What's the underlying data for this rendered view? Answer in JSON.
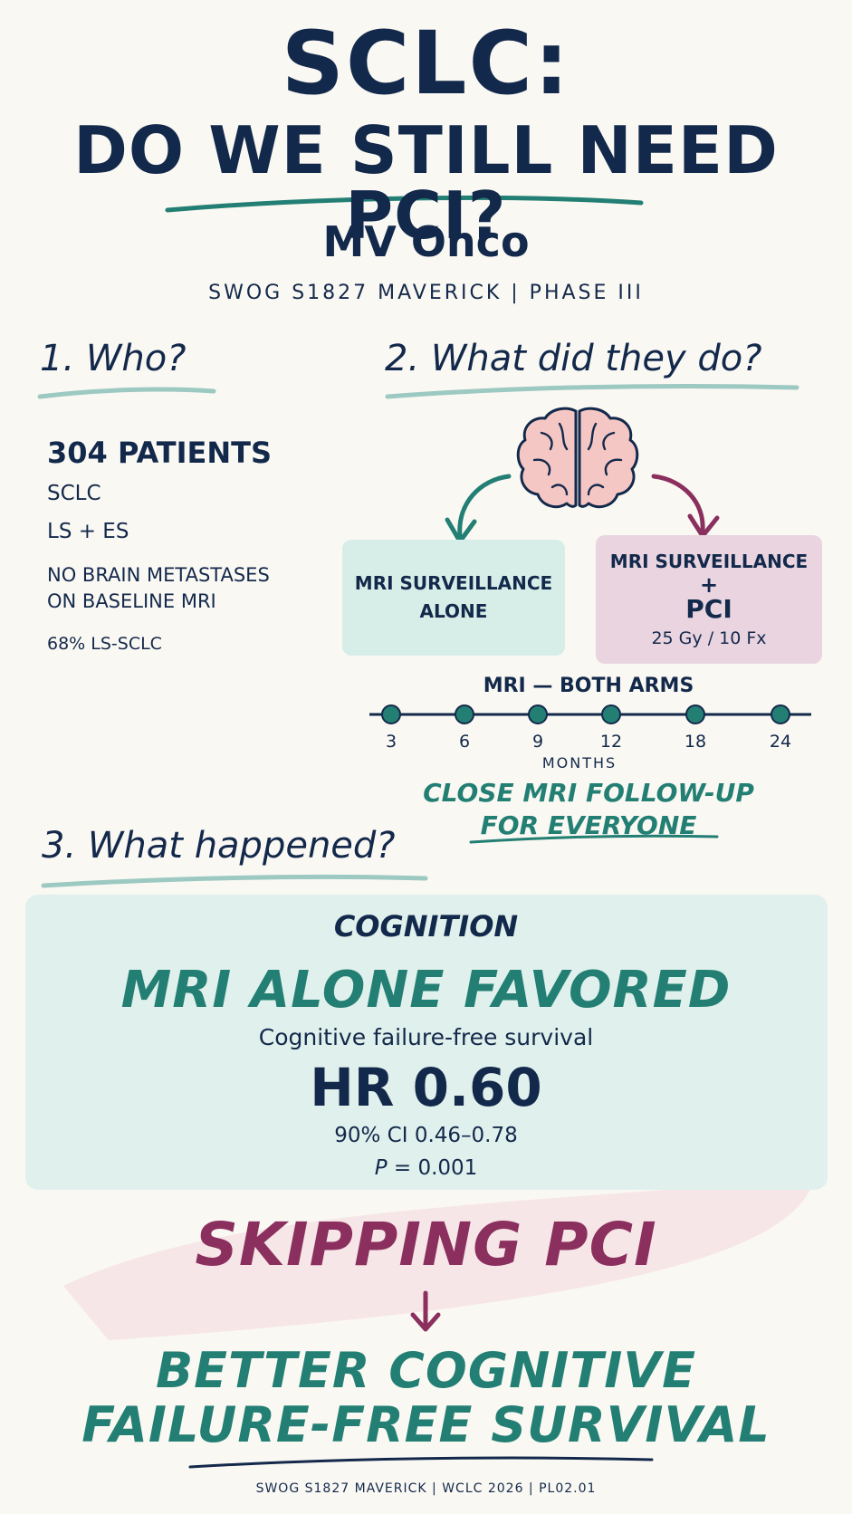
{
  "header": {
    "title_line1": "SCLC:",
    "title_line2": "DO WE STILL NEED PCI?",
    "brand": "MV Onco",
    "subtitle": "SWOG S1827 MAVERICK | PHASE III"
  },
  "who": {
    "heading": "1. Who?",
    "patients": "304 PATIENTS",
    "disease": "SCLC",
    "stage": "LS + ES",
    "criterion_line1": "NO BRAIN METASTASES",
    "criterion_line2": "ON BASELINE MRI",
    "ls_share": "68% LS-SCLC"
  },
  "what": {
    "heading": "2. What did they do?",
    "arm1_label": "MRI SURVEILLANCE ALONE",
    "arm2_label": "MRI SURVEILLANCE",
    "arm2_plus": "+",
    "arm2_pci": "PCI",
    "arm2_dose": "25 Gy / 10 Fx",
    "timeline_title": "MRI — BOTH ARMS",
    "timeline_ticks": [
      "3",
      "6",
      "9",
      "12",
      "18",
      "24"
    ],
    "timeline_unit": "MONTHS",
    "followup_line1": "CLOSE MRI FOLLOW-UP",
    "followup_line2": "FOR EVERYONE"
  },
  "happened": {
    "heading": "3. What happened?",
    "label": "COGNITION",
    "result": "MRI ALONE FAVORED",
    "endpoint": "Cognitive failure-free survival",
    "hr": "HR 0.60",
    "ci": "90% CI 0.46–0.78",
    "p_symbol": "P",
    "p_value": " = 0.001"
  },
  "conclusion": {
    "line1": "SKIPPING PCI",
    "line2": "BETTER COGNITIVE",
    "line3": "FAILURE-FREE SURVIVAL"
  },
  "footer": "SWOG S1827 MAVERICK | WCLC 2026 | PL02.01",
  "colors": {
    "navy": "#13294b",
    "teal": "#237f73",
    "plum": "#8a2f5e",
    "teal_fill": "#d7ede8",
    "plum_fill": "#e9d4e0",
    "panel_fill": "#e0f0ec",
    "background": "#faf8f3"
  },
  "icons": [
    "brain-icon",
    "arrow-left-teal-icon",
    "arrow-right-plum-icon",
    "down-arrow-icon"
  ]
}
